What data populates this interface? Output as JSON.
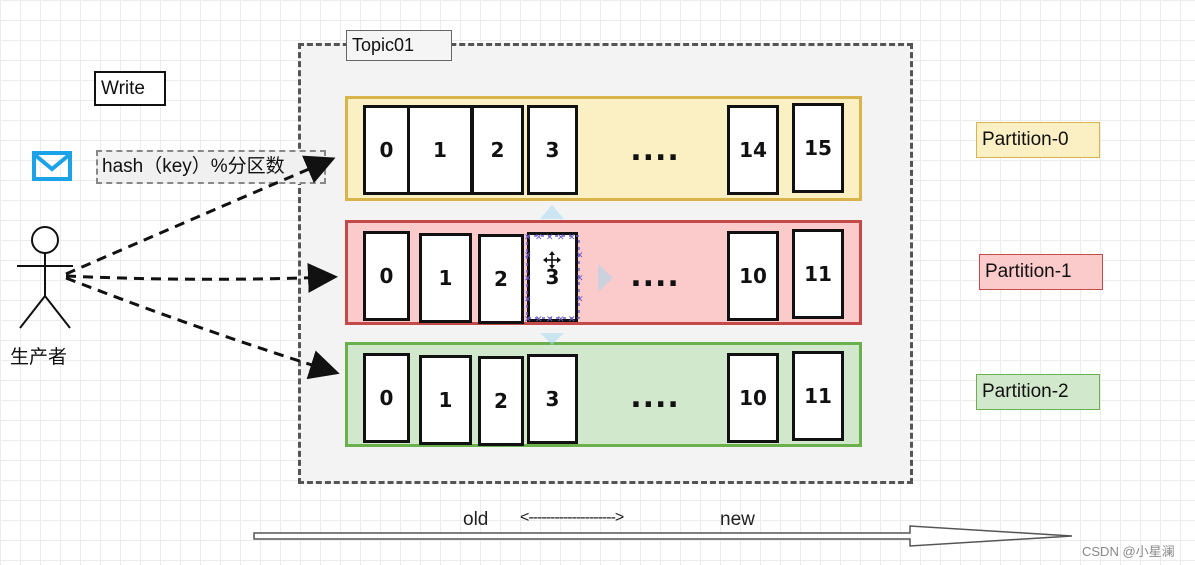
{
  "topic": {
    "label": "Topic01"
  },
  "write_label": "Write",
  "hash_label": "hash（key）%分区数",
  "producer_label": "生产者",
  "partitions": [
    {
      "label": "Partition-0",
      "cells": [
        "0",
        "1",
        "2",
        "3",
        "14",
        "15"
      ],
      "color_fill": "#fbefc4",
      "color_border": "#d9b44a"
    },
    {
      "label": "Partition-1",
      "cells": [
        "0",
        "1",
        "2",
        "3",
        "10",
        "11"
      ],
      "color_fill": "#fbcaca",
      "color_border": "#c44a4a"
    },
    {
      "label": "Partition-2",
      "cells": [
        "0",
        "1",
        "2",
        "3",
        "10",
        "11"
      ],
      "color_fill": "#d2e8cc",
      "color_border": "#6ab04c"
    }
  ],
  "ellipsis": "....",
  "timeline": {
    "old": "old",
    "arrow_text": "<-------------------->",
    "new": "new"
  },
  "watermark": "CSDN @小星澜",
  "icons": {
    "envelope": "envelope-icon",
    "person": "stick-person-icon",
    "move": "move-cursor-icon"
  },
  "colors": {
    "envelope": "#1aa3e8",
    "selection": "#6a5acd"
  }
}
